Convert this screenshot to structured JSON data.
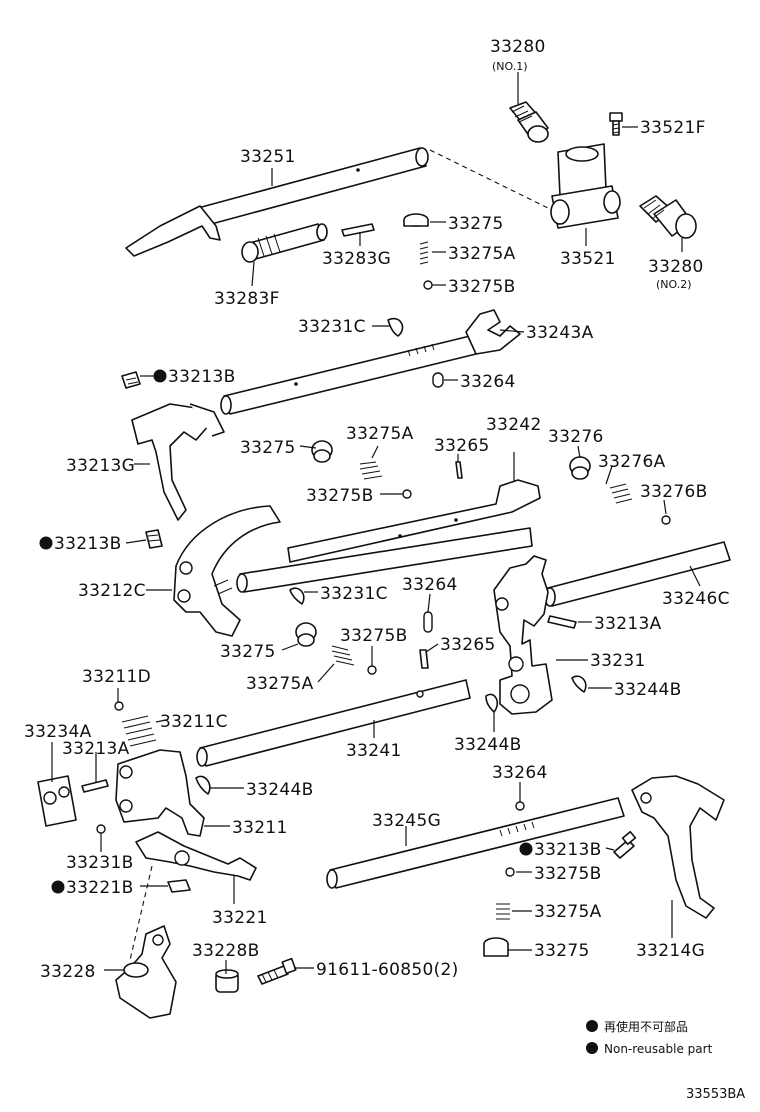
{
  "labels": {
    "p33280_1": "33280",
    "p33280_1_sub": "(NO.1)",
    "p33521F": "33521F",
    "p33251": "33251",
    "p33275_a": "33275",
    "p33283G": "33283G",
    "p33275A_a": "33275A",
    "p33521": "33521",
    "p33280_2": "33280",
    "p33280_2_sub": "(NO.2)",
    "p33283F": "33283F",
    "p33275B_a": "33275B",
    "p33231C_a": "33231C",
    "p33243A": "33243A",
    "p33213B_a": "33213B",
    "p33264_a": "33264",
    "p33242": "33242",
    "p33275_b": "33275",
    "p33275A_b": "33275A",
    "p33265_a": "33265",
    "p33276": "33276",
    "p33213G": "33213G",
    "p33276A": "33276A",
    "p33275B_b": "33275B",
    "p33276B": "33276B",
    "p33213B_b": "33213B",
    "p33212C": "33212C",
    "p33231C_b": "33231C",
    "p33264_b": "33264",
    "p33246C": "33246C",
    "p33213A_a": "33213A",
    "p33275_c": "33275",
    "p33275B_c": "33275B",
    "p33265_b": "33265",
    "p33231": "33231",
    "p33275A_c": "33275A",
    "p33244B_a": "33244B",
    "p33211D": "33211D",
    "p33234A": "33234A",
    "p33211C": "33211C",
    "p33213A_b": "33213A",
    "p33241": "33241",
    "p33244B_b": "33244B",
    "p33264_c": "33264",
    "p33244B_c": "33244B",
    "p33245G": "33245G",
    "p33211": "33211",
    "p33213B_c": "33213B",
    "p33231B": "33231B",
    "p33275B_d": "33275B",
    "p33221B": "33221B",
    "p33275A_d": "33275A",
    "p33221": "33221",
    "p33275_d": "33275",
    "p33214G": "33214G",
    "p33228": "33228",
    "p33228B": "33228B",
    "p91611": "91611-60850(2)"
  },
  "legend": {
    "line1": "再使用不可部品",
    "line2": "Non-reusable part"
  },
  "figure_id": "33553BA",
  "colors": {
    "ink": "#111111",
    "paper": "#ffffff"
  }
}
